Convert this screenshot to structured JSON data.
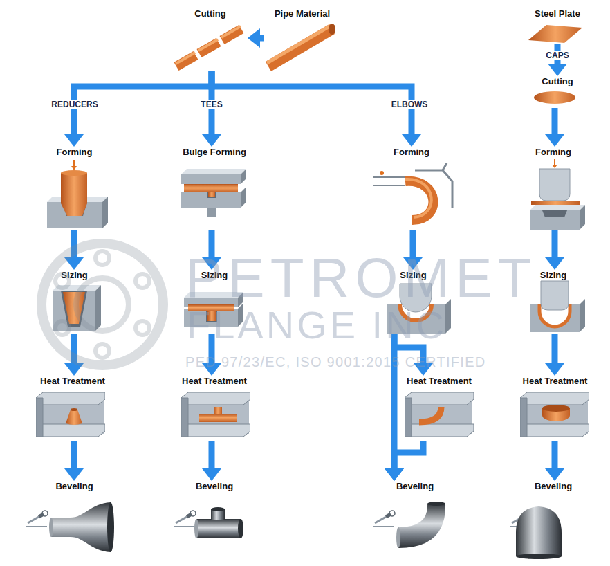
{
  "diagram": {
    "nodes": [
      {
        "text": [
          "Cutting"
        ]
      },
      {
        "text": [
          "Pipe Material"
        ]
      },
      {
        "text": [
          "Steel Plate"
        ]
      },
      {
        "text": [
          "Cutting"
        ]
      },
      {
        "text": [
          "Forming"
        ]
      },
      {
        "text": [
          "Sizing"
        ]
      },
      {
        "text": [
          "Heat Treatment"
        ]
      },
      {
        "text": [
          "Beveling"
        ]
      },
      {
        "text": [
          "Bulge Forming"
        ]
      },
      {
        "text": [
          "Sizing"
        ]
      },
      {
        "text": [
          "Heat Treatment"
        ]
      },
      {
        "text": [
          "Beveling"
        ]
      },
      {
        "text": [
          "Forming"
        ]
      },
      {
        "text": [
          "Sizing"
        ]
      },
      {
        "text": [
          "Heat Treatment"
        ]
      },
      {
        "text": [
          "Beveling"
        ]
      },
      {
        "text": [
          "Forming"
        ]
      },
      {
        "text": [
          "Sizing"
        ]
      },
      {
        "text": [
          "Heat Treatment"
        ]
      },
      {
        "text": [
          "Beveling"
        ]
      }
    ],
    "edges": [
      {
        "from": 1,
        "to": 0,
        "arrow": "to"
      },
      {
        "from": 0,
        "to": 4,
        "label": "REDUCERS",
        "arrow": "to"
      },
      {
        "from": 0,
        "to": 8,
        "label": "TEES",
        "arrow": "to"
      },
      {
        "from": 0,
        "to": 12,
        "label": "ELBOWS",
        "arrow": "to"
      },
      {
        "from": 2,
        "to": 3,
        "label": "CAPS",
        "arrow": "to"
      },
      {
        "from": 3,
        "to": 16,
        "arrow": "to"
      },
      {
        "from": 4,
        "to": 5,
        "arrow": "to"
      },
      {
        "from": 5,
        "to": 6,
        "arrow": "to"
      },
      {
        "from": 6,
        "to": 7,
        "arrow": "to"
      },
      {
        "from": 8,
        "to": 9,
        "arrow": "to"
      },
      {
        "from": 9,
        "to": 10,
        "arrow": "to"
      },
      {
        "from": 10,
        "to": 11,
        "arrow": "to"
      },
      {
        "from": 12,
        "to": 13,
        "arrow": "to"
      },
      {
        "from": 13,
        "to": 14,
        "arrow": "to"
      },
      {
        "from": 14,
        "to": 15,
        "arrow": "to"
      },
      {
        "from": 13,
        "to": 15,
        "arrow": "to"
      },
      {
        "from": 16,
        "to": 17,
        "arrow": "to"
      },
      {
        "from": 17,
        "to": 18,
        "arrow": "to"
      },
      {
        "from": 18,
        "to": 19,
        "arrow": "to"
      }
    ],
    "labels": [
      "PETROMET",
      "FLANGE INC",
      "PED 97/23/EC, ISO 9001:2015 CERTIFIED"
    ]
  }
}
